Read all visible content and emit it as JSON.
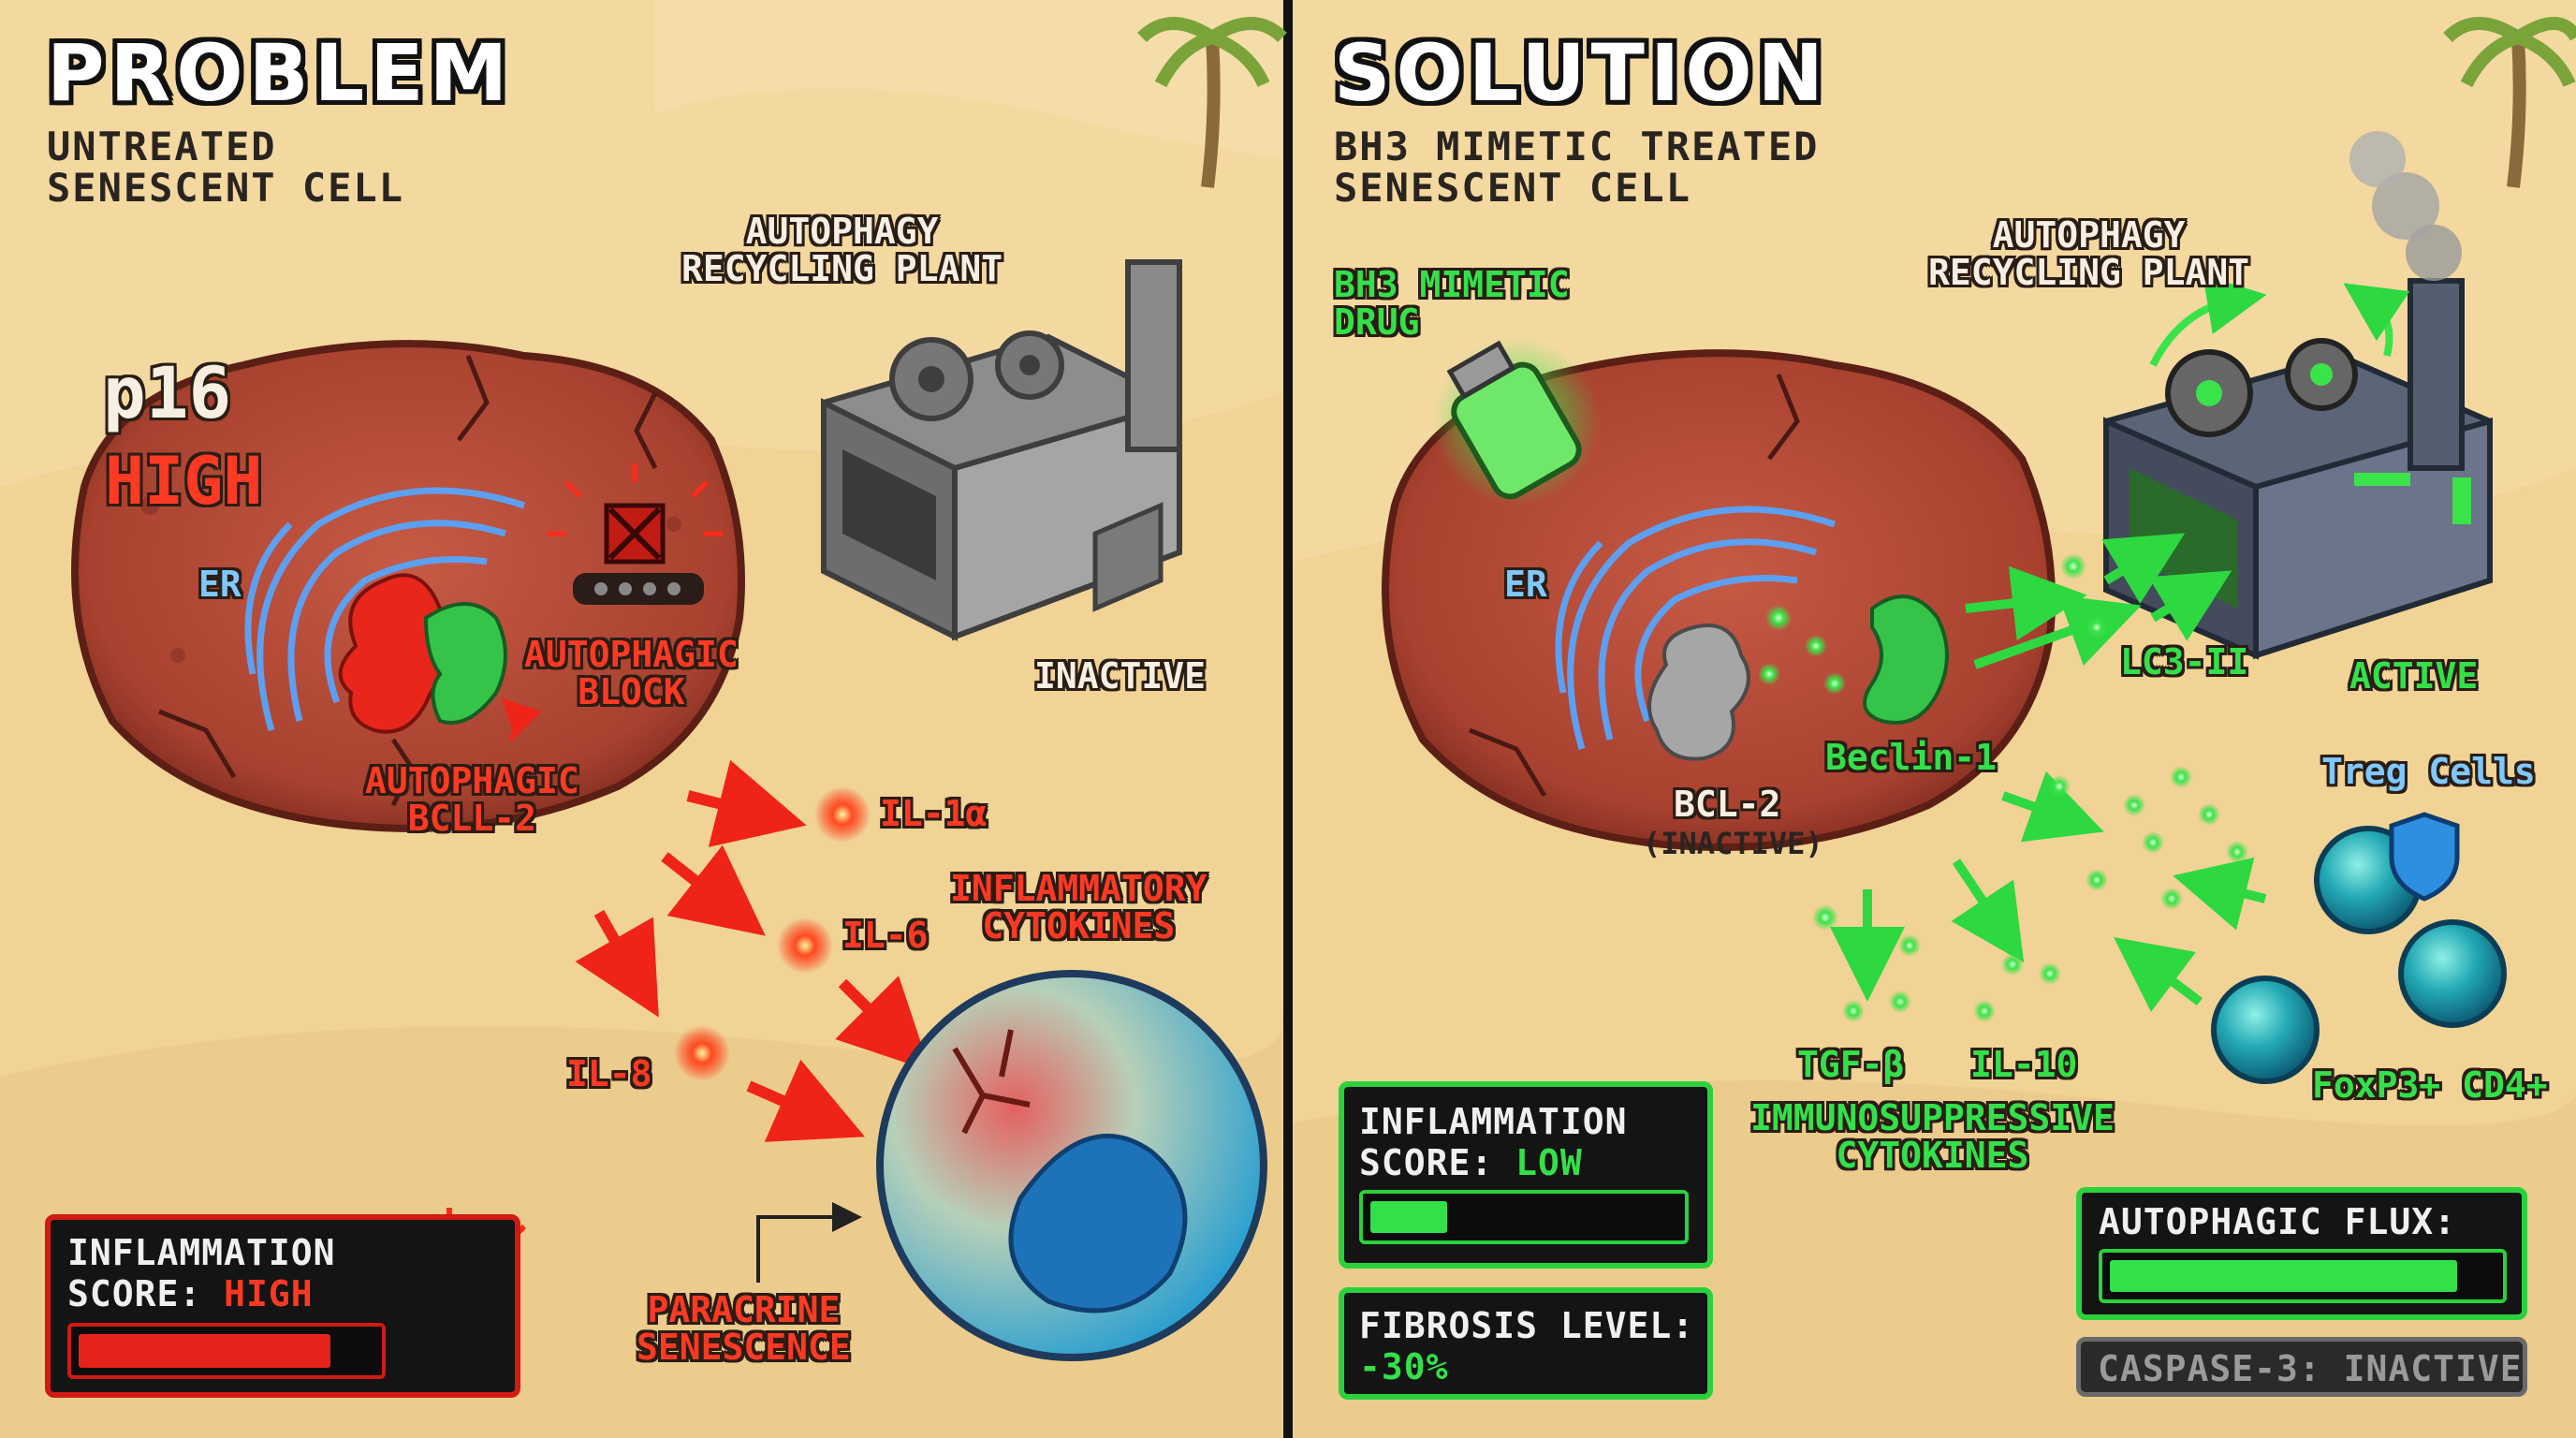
{
  "problem": {
    "title": "PROBLEM",
    "subtitle": "UNTREATED\nSENESCENT CELL",
    "p16": "p16",
    "p16_level": "HIGH",
    "er": "ER",
    "autophagic_block": "AUTOPHAGIC\nBLOCK",
    "autophagic_bcl2": "AUTOPHAGIC\nBCLL-2",
    "plant": "AUTOPHAGY\nRECYCLING PLANT",
    "plant_status": "INACTIVE",
    "il1a": "IL-1α",
    "il6": "IL-6",
    "il8": "IL-8",
    "inflammatory": "INFLAMMATORY\nCYTOKINES",
    "paracrine": "PARACRINE\nSENESCENCE",
    "inflammation_label": "INFLAMMATION\nSCORE: ",
    "inflammation_value": "HIGH",
    "inflammation_level": 0.85
  },
  "solution": {
    "title": "SOLUTION",
    "subtitle": "BH3 MIMETIC TREATED\nSENESCENT CELL",
    "drug": "BH3 MIMETIC\nDRUG",
    "er": "ER",
    "plant": "AUTOPHAGY\nRECYCLING PLANT",
    "plant_status": "ACTIVE",
    "lc3": "LC3-II",
    "beclin": "Beclin-1",
    "bcl2": "BCL-2",
    "bcl2_state": "(INACTIVE)",
    "treg": "Treg Cells",
    "foxp3": "FoxP3+ CD4+",
    "tgfb": "TGF-β",
    "il10": "IL-10",
    "immuno": "IMMUNOSUPPRESSIVE\nCYTOKINES",
    "inflammation_label": "INFLAMMATION\nSCORE: ",
    "inflammation_value": "LOW",
    "inflammation_level": 0.25,
    "fibrosis_label": "FIBROSIS LEVEL:",
    "fibrosis_value": "-30%",
    "flux_label": "AUTOPHAGIC FLUX: ",
    "flux_value": "+++",
    "flux_level": 0.9,
    "caspase": "CASPASE-3: INACTIVE"
  },
  "colors": {
    "sand": "#f3d9a0",
    "alert_red": "#ff3a24",
    "active_green": "#34e04a"
  }
}
